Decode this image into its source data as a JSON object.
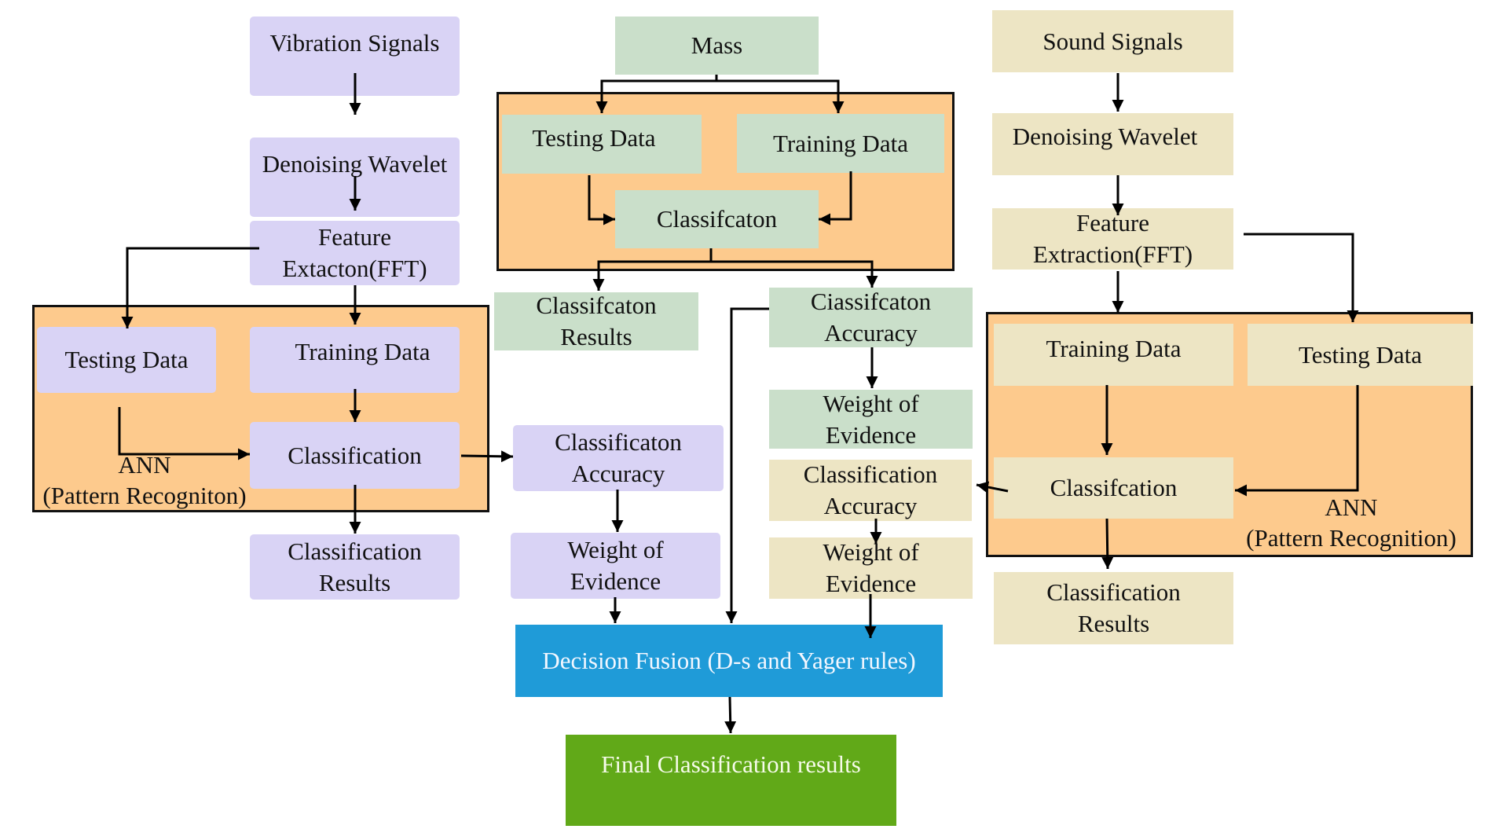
{
  "diagram": {
    "vibration_branch": {
      "signal": "Vibration Signals",
      "denoise": "Denoising Wavelet",
      "feature": [
        "Feature",
        "Extacton(FFT)"
      ],
      "testing": "Testing Data",
      "training": "Training Data",
      "classification": "Classification",
      "ann": [
        "ANN",
        "(Pattern Recogniton)"
      ],
      "results": [
        "Classification",
        "Results"
      ],
      "accuracy": [
        "Classificaton",
        "Accuracy"
      ],
      "weight": [
        "Weight of",
        "Evidence"
      ]
    },
    "mass_branch": {
      "signal": "Mass",
      "testing": "Testing Data",
      "training": "Training Data",
      "classification": "Classifcaton",
      "results": [
        "Classifcaton",
        "Results"
      ],
      "accuracy": [
        "Ciassifcaton",
        "Accuracy"
      ],
      "weight": [
        "Weight of",
        "Evidence"
      ]
    },
    "sound_branch": {
      "signal": "Sound Signals",
      "denoise": "Denoising Wavelet",
      "feature": [
        "Feature",
        "Extraction(FFT)"
      ],
      "training": "Training Data",
      "testing": "Testing Data",
      "classification": "Classifcation",
      "ann": [
        "ANN",
        "(Pattern Recognition)"
      ],
      "results": [
        "Classification",
        "Results"
      ],
      "accuracy": [
        "Classification",
        "Accuracy"
      ],
      "weight": [
        "Weight of",
        "Evidence"
      ]
    },
    "fusion": "Decision Fusion (D-s and Yager rules)",
    "final": "Final Classification results"
  },
  "colors": {
    "vibration": "#d9d3f5",
    "mass": "#cadfca",
    "sound": "#ede5c4",
    "group": "#fdca8d",
    "fusion": "#1f9bd8",
    "final": "#61a918"
  }
}
